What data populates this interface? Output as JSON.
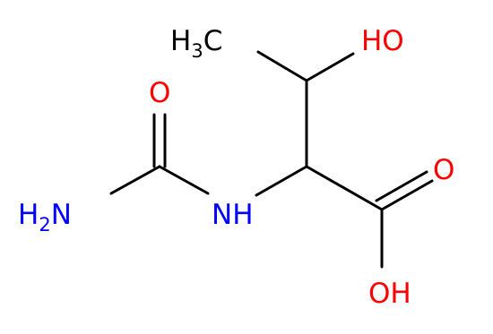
{
  "molecule": {
    "atoms": {
      "methyl": {
        "main": "H",
        "sub": "3",
        "tail": "C",
        "color": "#000000"
      },
      "hydroxyl_top": {
        "text": "HO",
        "color": "#ff0000"
      },
      "carbonyl_o_urea": {
        "text": "O",
        "color": "#ff0000"
      },
      "amine": {
        "main": "H",
        "sub": "2",
        "tail": "N",
        "color": "#0000ff"
      },
      "nh": {
        "text": "NH",
        "color": "#0000ff"
      },
      "carbonyl_o_acid": {
        "text": "O",
        "color": "#ff0000"
      },
      "hydroxyl_acid": {
        "text": "OH",
        "color": "#ff0000"
      }
    }
  }
}
